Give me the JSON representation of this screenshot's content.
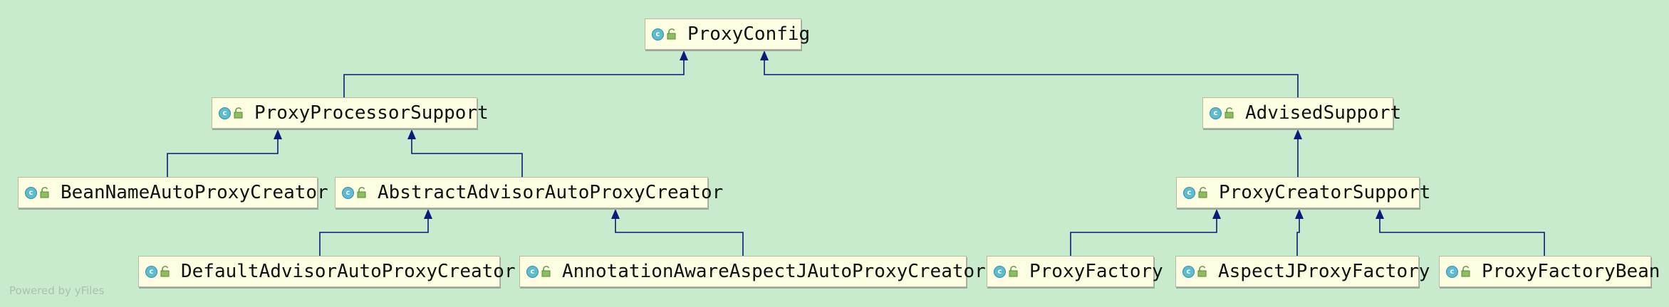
{
  "diagram": {
    "nodes": [
      {
        "id": "n1",
        "label": "ProxyConfig",
        "icon": "class-icon",
        "badge": "c"
      },
      {
        "id": "n2",
        "label": "ProxyProcessorSupport",
        "icon": "class-icon",
        "badge": "c"
      },
      {
        "id": "n3",
        "label": "AdvisedSupport",
        "icon": "class-icon",
        "badge": "c"
      },
      {
        "id": "n4",
        "label": "BeanNameAutoProxyCreator",
        "icon": "class-icon",
        "badge": "c"
      },
      {
        "id": "n5",
        "label": "AbstractAdvisorAutoProxyCreator",
        "icon": "class-icon",
        "badge": "c"
      },
      {
        "id": "n6",
        "label": "ProxyCreatorSupport",
        "icon": "class-icon",
        "badge": "c"
      },
      {
        "id": "n7",
        "label": "DefaultAdvisorAutoProxyCreator",
        "icon": "class-icon",
        "badge": "c"
      },
      {
        "id": "n8",
        "label": "AnnotationAwareAspectJAutoProxyCreator",
        "icon": "class-icon",
        "badge": "c"
      },
      {
        "id": "n9",
        "label": "ProxyFactory",
        "icon": "class-icon",
        "badge": "c"
      },
      {
        "id": "n10",
        "label": "AspectJProxyFactory",
        "icon": "class-icon",
        "badge": "c"
      },
      {
        "id": "n11",
        "label": "ProxyFactoryBean",
        "icon": "class-icon",
        "badge": "c"
      }
    ],
    "edges": [
      {
        "from": "n2",
        "to": "n1"
      },
      {
        "from": "n3",
        "to": "n1"
      },
      {
        "from": "n4",
        "to": "n2"
      },
      {
        "from": "n5",
        "to": "n2"
      },
      {
        "from": "n6",
        "to": "n3"
      },
      {
        "from": "n7",
        "to": "n5"
      },
      {
        "from": "n8",
        "to": "n5"
      },
      {
        "from": "n9",
        "to": "n6"
      },
      {
        "from": "n10",
        "to": "n6"
      },
      {
        "from": "n11",
        "to": "n6"
      }
    ],
    "colors": {
      "edge": "#0c1b7a",
      "background": "#c7ebcc",
      "node_fill": "#fdfde2"
    }
  },
  "footer": {
    "text": "Powered by yFiles"
  }
}
